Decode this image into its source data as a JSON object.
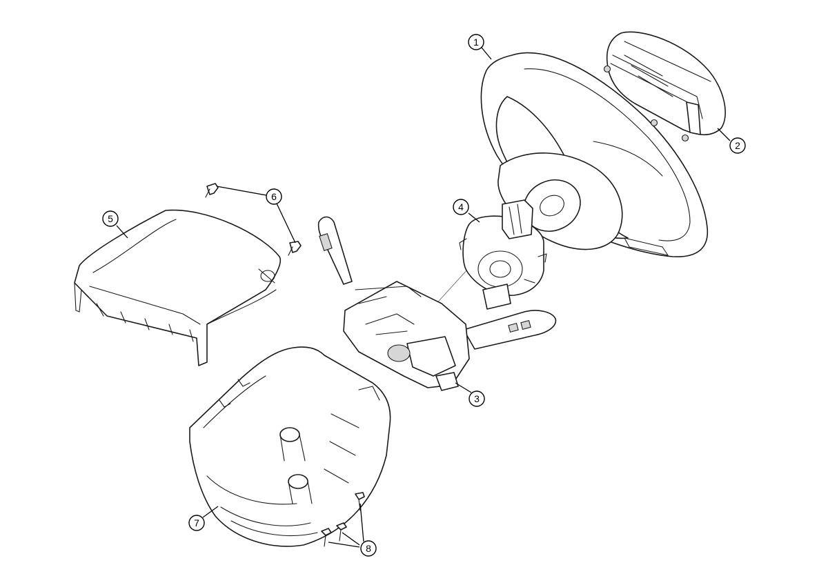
{
  "callouts": {
    "c1": "1",
    "c2": "2",
    "c3": "3",
    "c4": "4",
    "c5": "5",
    "c6": "6",
    "c7": "7",
    "c8": "8"
  },
  "parts": {
    "p1": "steering-wheel",
    "p2": "airbag-module",
    "p3": "combination-switch",
    "p4": "clock-spring",
    "p5": "upper-column-shroud",
    "p6": "shroud-clips",
    "p7": "lower-column-shroud",
    "p8": "shroud-screws"
  },
  "colors": {
    "line": "#1a1a1a",
    "fill": "#ffffff",
    "shade": "#d6d6d6"
  }
}
